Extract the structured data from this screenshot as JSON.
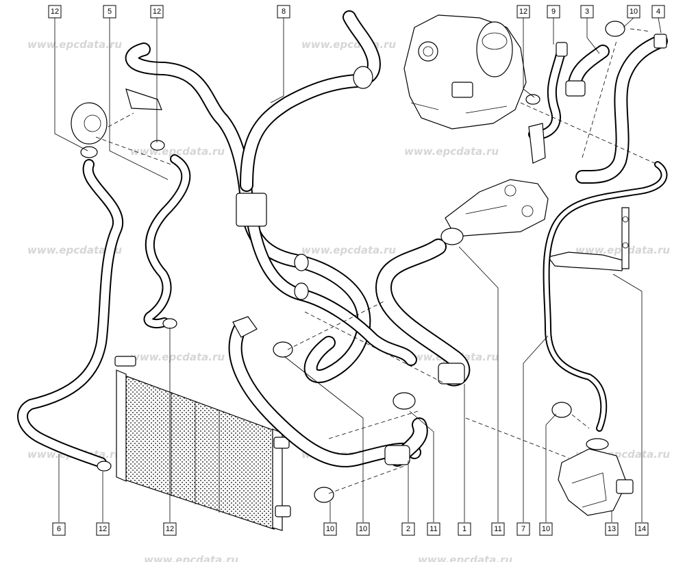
{
  "watermark": "www.epcdata.ru",
  "callouts_top": [
    "12",
    "5",
    "12",
    "8",
    "12",
    "9",
    "3",
    "10",
    "4"
  ],
  "callouts_bottom": [
    "6",
    "12",
    "12",
    "10",
    "10",
    "2",
    "11",
    "1",
    "11",
    "7",
    "10",
    "13",
    "14"
  ],
  "colors": {
    "line": "#000000",
    "watermark": "#d6d6d6",
    "background": "#ffffff"
  }
}
